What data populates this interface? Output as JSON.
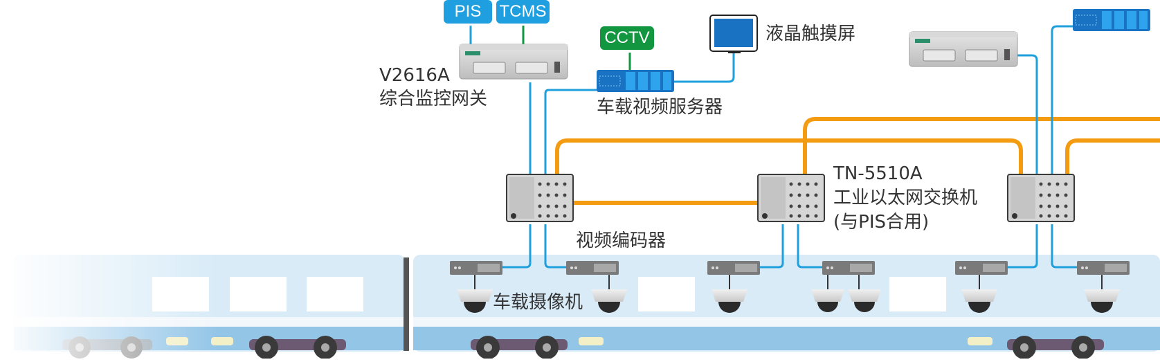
{
  "top_tags": {
    "pis": "PIS",
    "tcms": "TCMS",
    "cctv": "CCTV"
  },
  "labels": {
    "gateway_model": "V2616A",
    "gateway_name": "综合监控网关",
    "video_server": "车载视频服务器",
    "lcd": "液晶触摸屏",
    "switch_model": "TN-5510A",
    "switch_name": "工业以太网交换机",
    "switch_note": "(与PIS合用)",
    "encoder": "视频编码器",
    "camera": "车载摄像机"
  },
  "colors": {
    "ethernet_blue": "#1fa0dc",
    "backbone_orange": "#f39c12",
    "tag_blue": "#1f9fe0",
    "tag_green": "#129640",
    "train_body": "#cfe6f5",
    "train_stripe": "#8fc4e6",
    "device_gray": "#c8c8c8"
  },
  "icons": [
    "gateway-device",
    "ethernet-switch",
    "video-server",
    "lcd-monitor",
    "video-encoder",
    "dome-camera",
    "train-car",
    "bogie"
  ]
}
